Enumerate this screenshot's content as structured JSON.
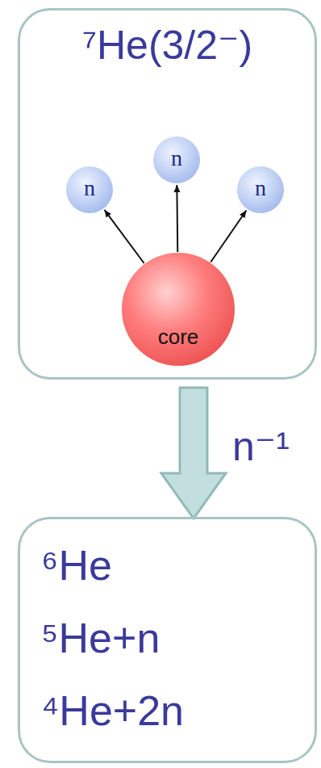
{
  "diagram": {
    "nodes": [
      {
        "text": [
          "⁷He(3/2⁻)"
        ]
      },
      {
        "text": [
          "n"
        ],
        "in": 0
      },
      {
        "text": [
          "n"
        ],
        "in": 0
      },
      {
        "text": [
          "n"
        ],
        "in": 0
      },
      {
        "text": [
          "core"
        ],
        "in": 0
      },
      {
        "text": [
          "⁶He",
          "⁵He+n",
          "⁴He+2n"
        ]
      }
    ],
    "edges": [
      {
        "from": 4,
        "to": 1,
        "arrow": "to"
      },
      {
        "from": 4,
        "to": 2,
        "arrow": "to"
      },
      {
        "from": 4,
        "to": 3,
        "arrow": "to"
      },
      {
        "from": 0,
        "to": 5,
        "label": "n⁻¹",
        "arrow": "to"
      }
    ]
  }
}
